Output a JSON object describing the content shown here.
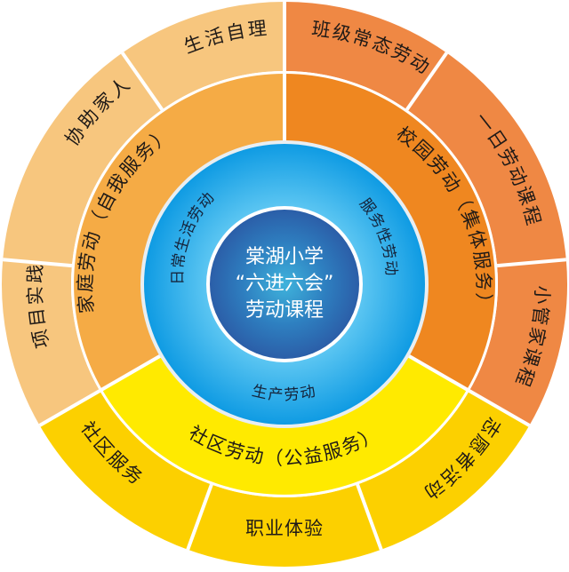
{
  "center": {
    "lines": [
      "棠湖小学",
      "“六进六会”",
      "劳动课程"
    ],
    "color": "#2d6db5"
  },
  "inner_ring": {
    "color": "#1aa3e8",
    "items": [
      {
        "label": "日常生活劳动"
      },
      {
        "label": "服务性劳动"
      },
      {
        "label": "生产劳动"
      }
    ]
  },
  "middle_ring": {
    "items": [
      {
        "label": "家庭劳动（自我服务）",
        "color": "#f5ab45"
      },
      {
        "label": "校园劳动（集体服务）",
        "color": "#ef8720"
      },
      {
        "label": "社区劳动（公益服务）",
        "color": "#ffea00"
      }
    ]
  },
  "outer_ring": {
    "items": [
      {
        "label": "生活自理",
        "group": "家庭劳动",
        "color": "#f7c67e"
      },
      {
        "label": "协助家人",
        "group": "家庭劳动",
        "color": "#f7c67e"
      },
      {
        "label": "项目实践",
        "group": "家庭劳动",
        "color": "#f7c67e"
      },
      {
        "label": "班级常态劳动",
        "group": "校园劳动",
        "color": "#ef8844"
      },
      {
        "label": "一日劳动课程",
        "group": "校园劳动",
        "color": "#ef8844"
      },
      {
        "label": "小管家课程",
        "group": "校园劳动",
        "color": "#ef8844"
      },
      {
        "label": "志愿者活动",
        "group": "社区劳动",
        "color": "#fcd000"
      },
      {
        "label": "职业体验",
        "group": "社区劳动",
        "color": "#fcd000"
      },
      {
        "label": "社区服务",
        "group": "社区劳动",
        "color": "#fcd000"
      }
    ]
  }
}
